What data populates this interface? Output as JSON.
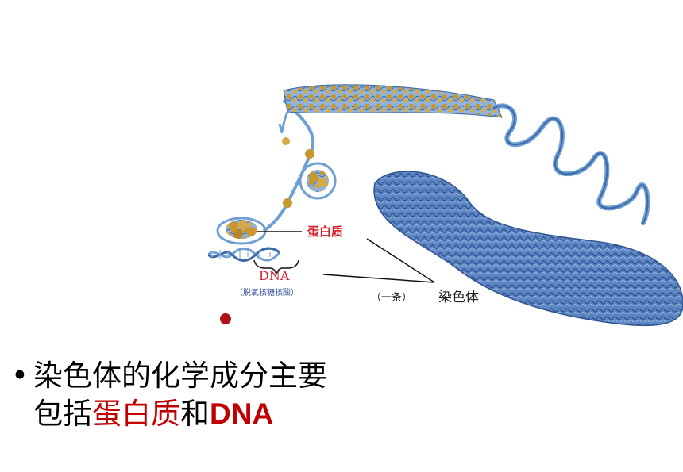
{
  "figure": {
    "labels": {
      "protein": "蛋白质",
      "dna": "DNA",
      "dna_full": "（脱氧核糖核酸）",
      "chromosome_prefix": "（一条）",
      "chromosome": "染色体"
    },
    "colors": {
      "strand": "#6f9fd3",
      "strand_dark": "#3a6aa8",
      "histone": "#c8972f",
      "chromosome_body": "#5e86c2",
      "label_red": "#d4202a",
      "label_blue": "#2d4a9e"
    }
  },
  "bullet": {
    "marker": "•",
    "line1": "染色体的化学成分主要",
    "line2_prefix": "包括",
    "line2_protein": "蛋白质",
    "line2_and": "和",
    "line2_dna": "DNA"
  }
}
